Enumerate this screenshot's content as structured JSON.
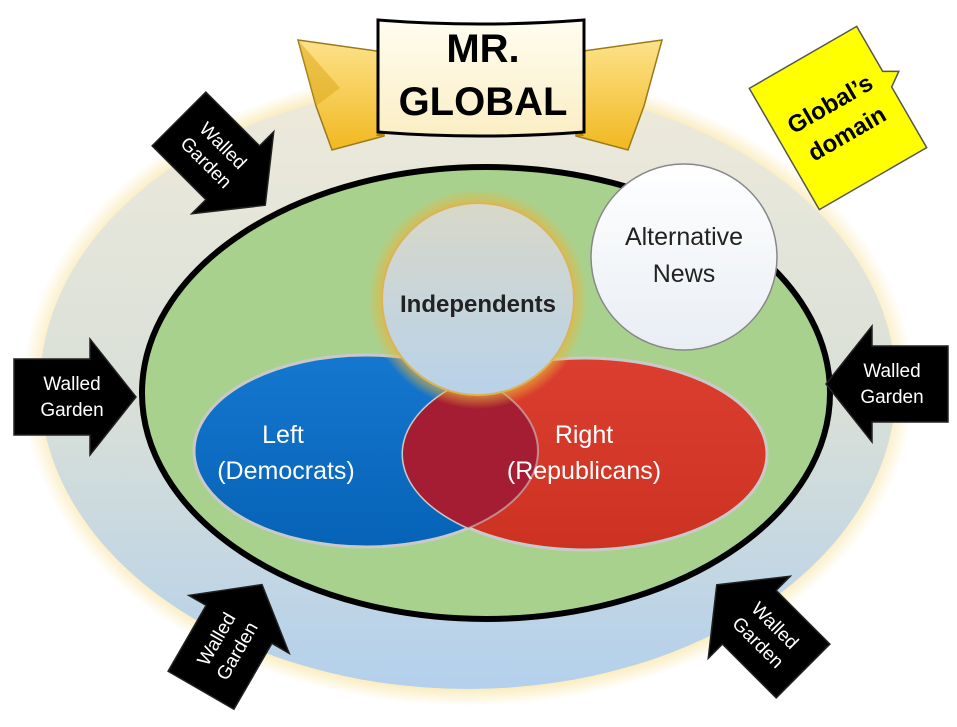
{
  "banner": {
    "line1": "MR.",
    "line2": "GLOBAL"
  },
  "domain_note": {
    "line1": "Global’s",
    "line2": "domain"
  },
  "alternative_news": {
    "line1": "Alternative",
    "line2": "News"
  },
  "independents": {
    "label": "Independents"
  },
  "left": {
    "line1": "Left",
    "line2": "(Democrats)"
  },
  "right": {
    "line1": "Right",
    "line2": "(Republicans)"
  },
  "walled_garden": {
    "line1": "Walled",
    "line2": "Garden"
  },
  "colors": {
    "outer_glow": "#f6d87a",
    "outer_top": "#ebe6cf",
    "outer_bottom": "#b7d3ec",
    "inner_green": "#a9d18e",
    "left_blue": "#0b6fc4",
    "right_red": "#d8392b",
    "banner_gold": "#f9c73a",
    "banner_paper": "#fff8dc",
    "note_yellow": "#ffff00",
    "arrow_black": "#000000"
  },
  "icons": {
    "walled_garden_shape": "notched-arrow-icon",
    "banner_shape": "ribbon-banner-icon"
  }
}
